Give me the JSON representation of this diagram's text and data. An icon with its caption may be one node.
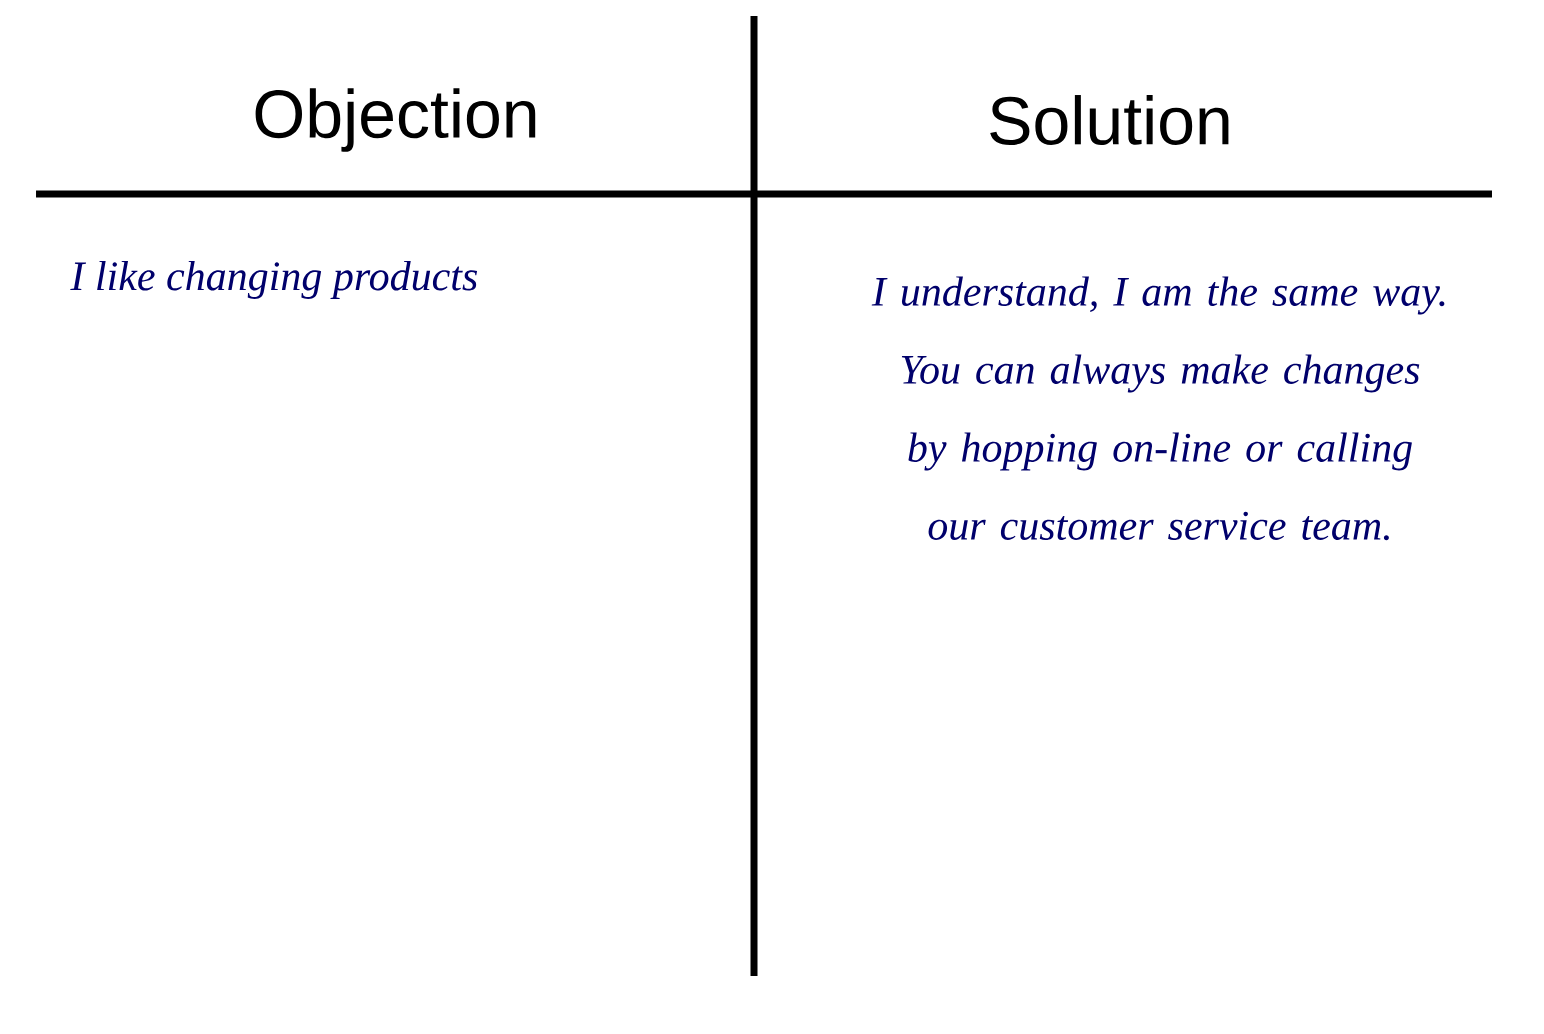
{
  "diagram": {
    "labels": [
      "Objection",
      "Solution",
      "I like changing products",
      "I understand, I am the same way. You can always make changes by hopping on-line or calling our customer service team."
    ]
  }
}
